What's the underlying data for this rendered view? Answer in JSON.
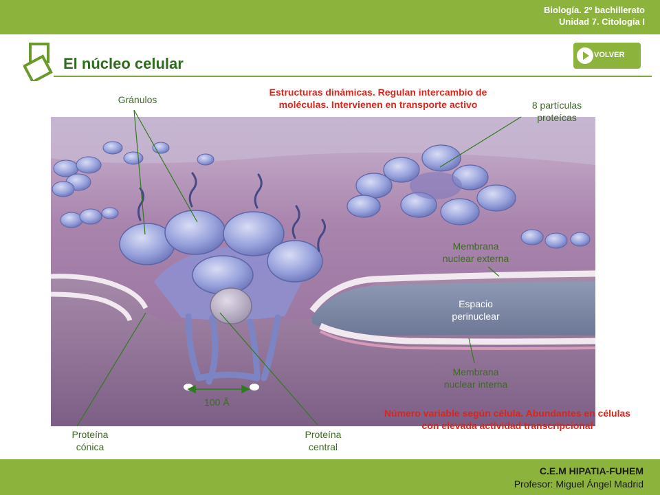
{
  "header": {
    "course_line1": "Biología. 2º bachillerato",
    "course_line2": "Unidad 7. Citología I",
    "title": "El núcleo celular",
    "back_button_label": "VOLVER"
  },
  "notes": {
    "top_line1": "Estructuras dinámicas. Regulan intercambio de",
    "top_line2": "moléculas. Intervienen en transporte activo",
    "bottom_line1": "Número variable según célula. Abundantes en células",
    "bottom_line2": "con elevada actividad transcripcional"
  },
  "labels": {
    "granulos": "Gránulos",
    "particulas_line1": "8 partículas",
    "particulas_line2": "proteícas",
    "membrana_externa_line1": "Membrana",
    "membrana_externa_line2": "nuclear externa",
    "espacio_line1": "Espacio",
    "espacio_line2": "perinuclear",
    "membrana_interna_line1": "Membrana",
    "membrana_interna_line2": "nuclear interna",
    "proteina_conica_line1": "Proteína",
    "proteina_conica_line2": "cónica",
    "proteina_central_line1": "Proteína",
    "proteina_central_line2": "central",
    "scale": "100 Å"
  },
  "footer": {
    "school": "C.E.M HIPATIA-FUHEM",
    "teacher": "Profesor: Miguel Ángel Madrid"
  },
  "colors": {
    "brand_green": "#8cb43c",
    "title_green": "#2f6b1e",
    "note_red": "#d9261c",
    "label_green": "#3e6a24"
  }
}
